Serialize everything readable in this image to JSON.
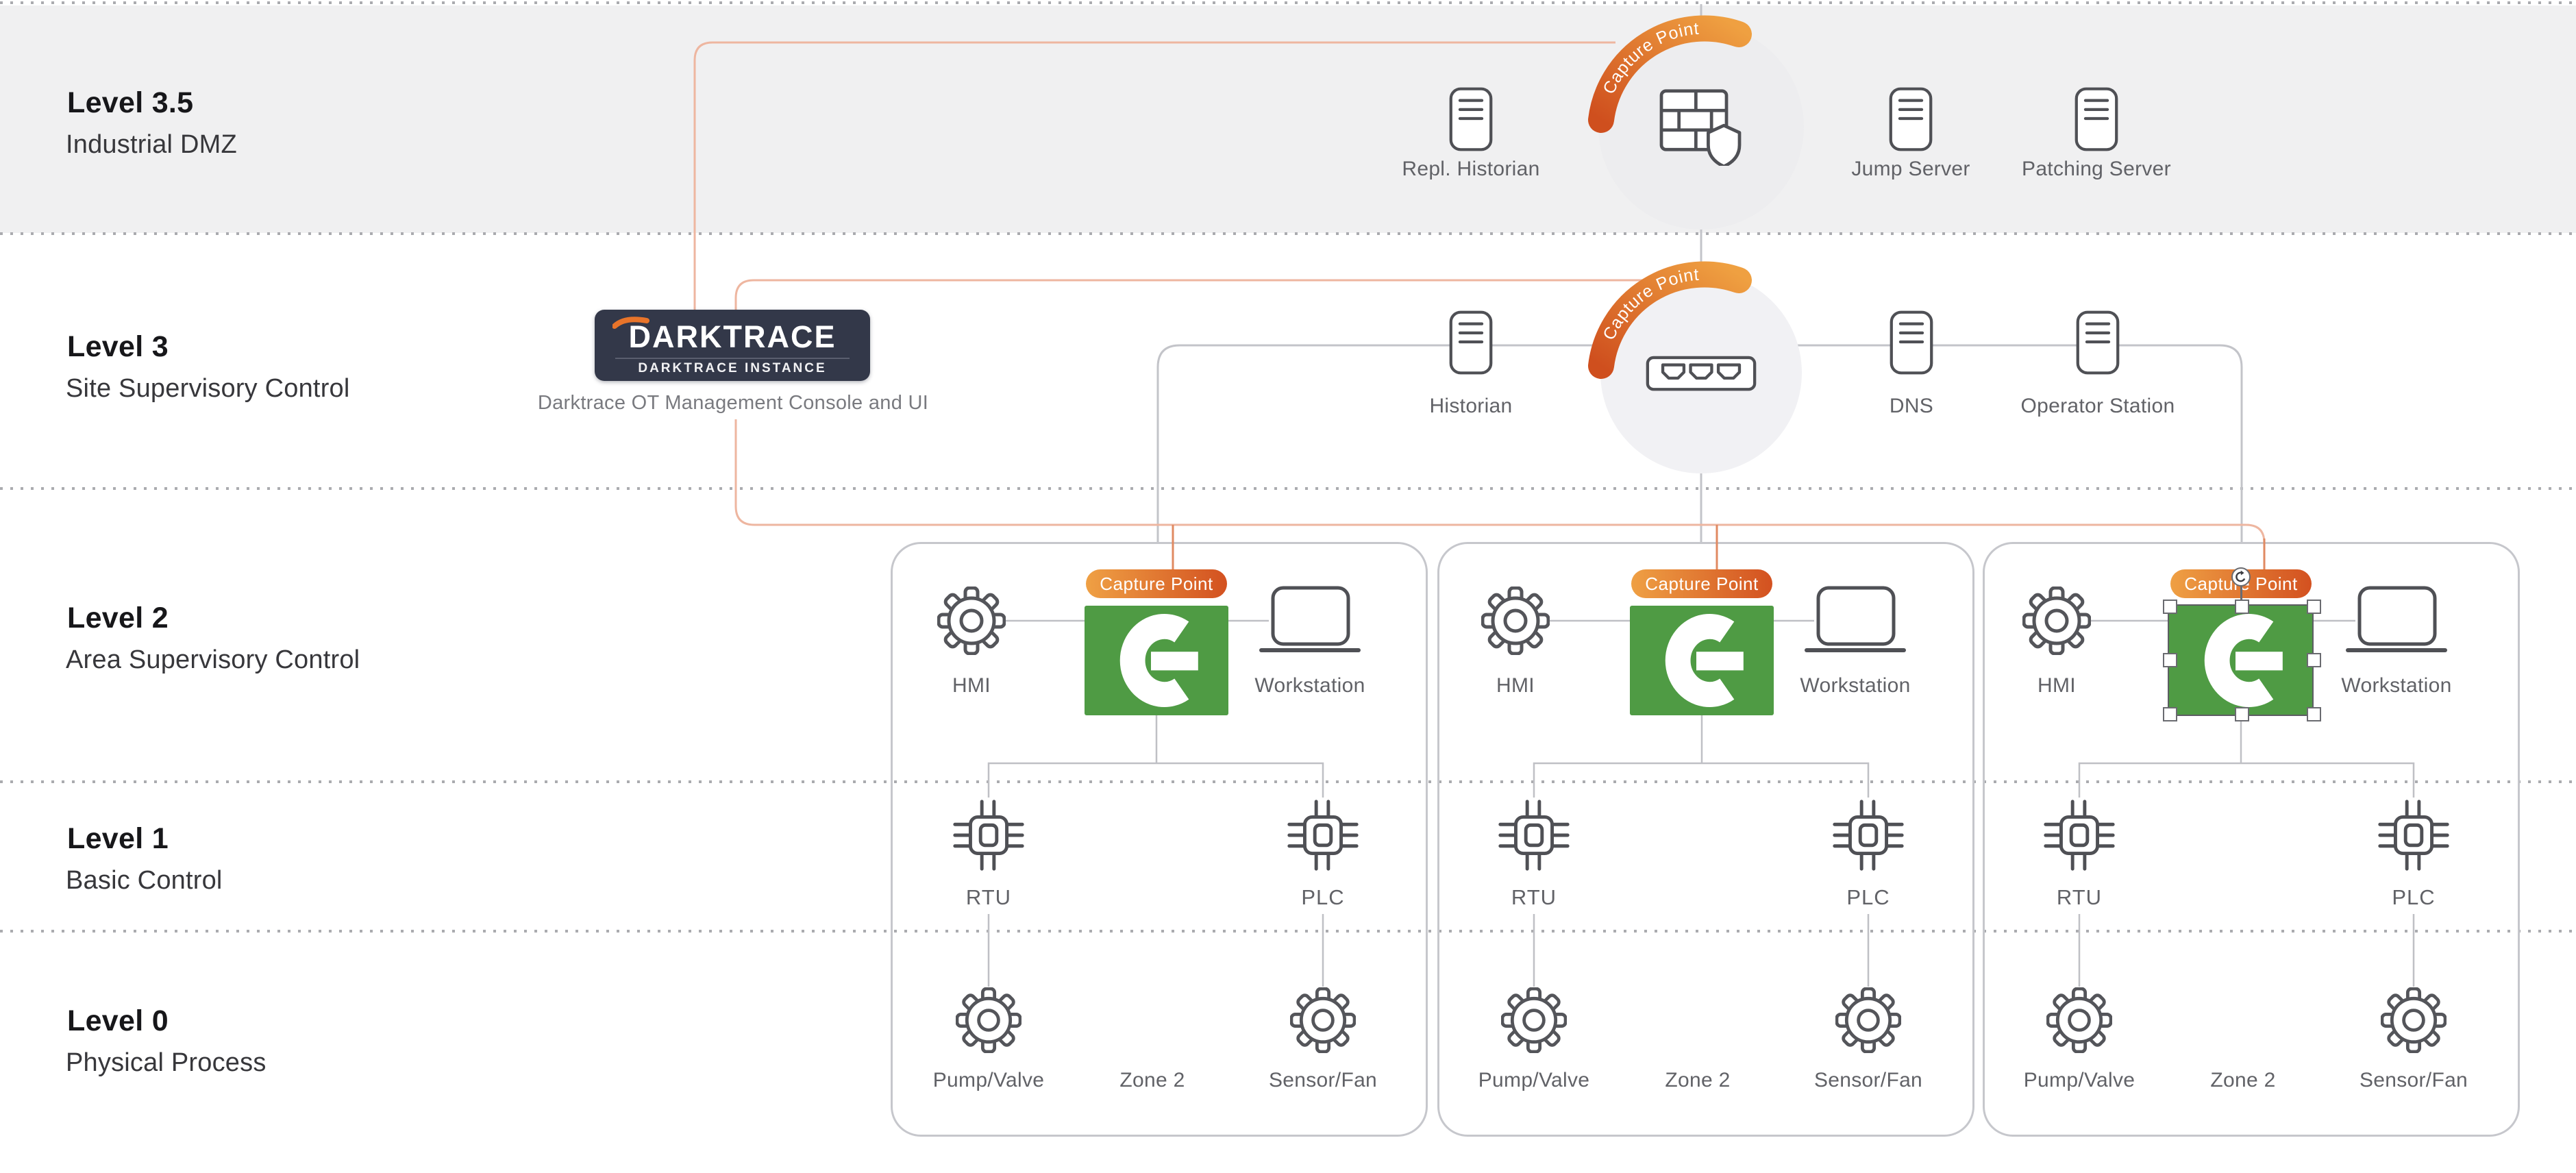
{
  "levels": [
    {
      "name": "Level 3.5",
      "desc": "Industrial DMZ"
    },
    {
      "name": "Level 3",
      "desc": "Site Supervisory Control"
    },
    {
      "name": "Level 2",
      "desc": "Area Supervisory Control"
    },
    {
      "name": "Level 1",
      "desc": "Basic Control"
    },
    {
      "name": "Level 0",
      "desc": "Physical Process"
    }
  ],
  "dmz": {
    "capture": "Capture Point",
    "repl_historian": "Repl. Historian",
    "jump_server": "Jump Server",
    "patching_server": "Patching Server"
  },
  "level3": {
    "capture": "Capture Point",
    "historian": "Historian",
    "dns": "DNS",
    "operator_station": "Operator Station",
    "darktrace": {
      "wordmark": "DARKTRACE",
      "instance": "DARKTRACE INSTANCE",
      "caption": "Darktrace OT Management Console and UI"
    }
  },
  "zones": [
    {
      "capture": "Capture Point",
      "hmi": "HMI",
      "workstation": "Workstation",
      "rtu": "RTU",
      "plc": "PLC",
      "pump_valve": "Pump/Valve",
      "zone_label": "Zone 2",
      "sensor_fan": "Sensor/Fan"
    },
    {
      "capture": "Capture Point",
      "hmi": "HMI",
      "workstation": "Workstation",
      "rtu": "RTU",
      "plc": "PLC",
      "pump_valve": "Pump/Valve",
      "zone_label": "Zone 2",
      "sensor_fan": "Sensor/Fan"
    },
    {
      "capture": "Capture Point",
      "hmi": "HMI",
      "workstation": "Workstation",
      "rtu": "RTU",
      "plc": "PLC",
      "pump_valve": "Pump/Valve",
      "zone_label": "Zone 2",
      "sensor_fan": "Sensor/Fan"
    }
  ],
  "colors": {
    "badge_gradient_start": "#efa044",
    "badge_gradient_end": "#d35120",
    "logo_green": "#4f9b44",
    "darktrace_navy": "#333849",
    "line_salmon": "#eeb6a0",
    "line_orange": "#e08a62",
    "line_gray": "#c3c4c9",
    "dmz_band": "#f0f0f1"
  }
}
